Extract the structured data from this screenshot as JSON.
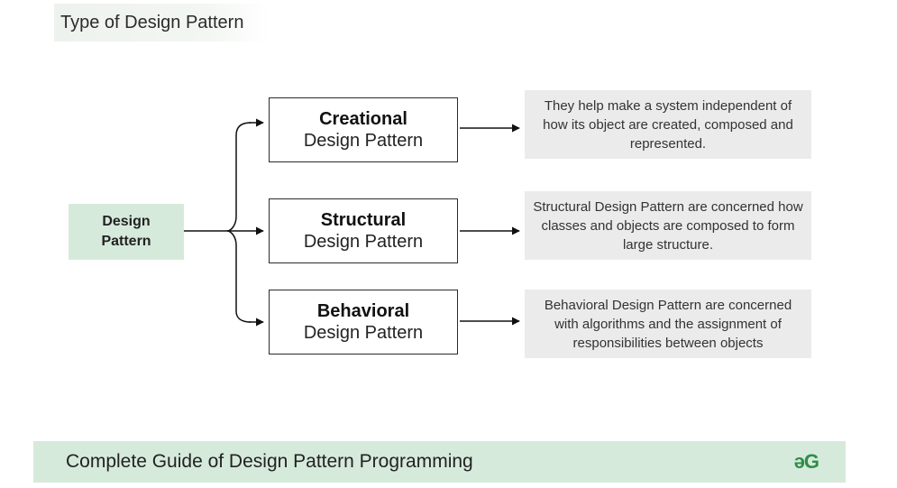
{
  "header": {
    "title": "Type of Design Pattern"
  },
  "diagram": {
    "root": {
      "line1": "Design",
      "line2": "Pattern"
    },
    "types": [
      {
        "name": "Creational",
        "subtitle": "Design Pattern",
        "description": "They help make a system independent of how its object are created, composed and represented."
      },
      {
        "name": "Structural",
        "subtitle": "Design Pattern",
        "description": "Structural Design Pattern are concerned how classes and objects are composed to form large structure."
      },
      {
        "name": "Behavioral",
        "subtitle": "Design Pattern",
        "description": "Behavioral Design Pattern are concerned with algorithms and the assignment of responsibilities between objects"
      }
    ]
  },
  "footer": {
    "text": "Complete Guide of Design Pattern Programming",
    "logo_text": "əG"
  },
  "colors": {
    "root_fill": "#d6eadc",
    "footer_fill": "#d6eadc",
    "description_fill": "#ebebeb",
    "brand_green": "#2f8d46"
  }
}
